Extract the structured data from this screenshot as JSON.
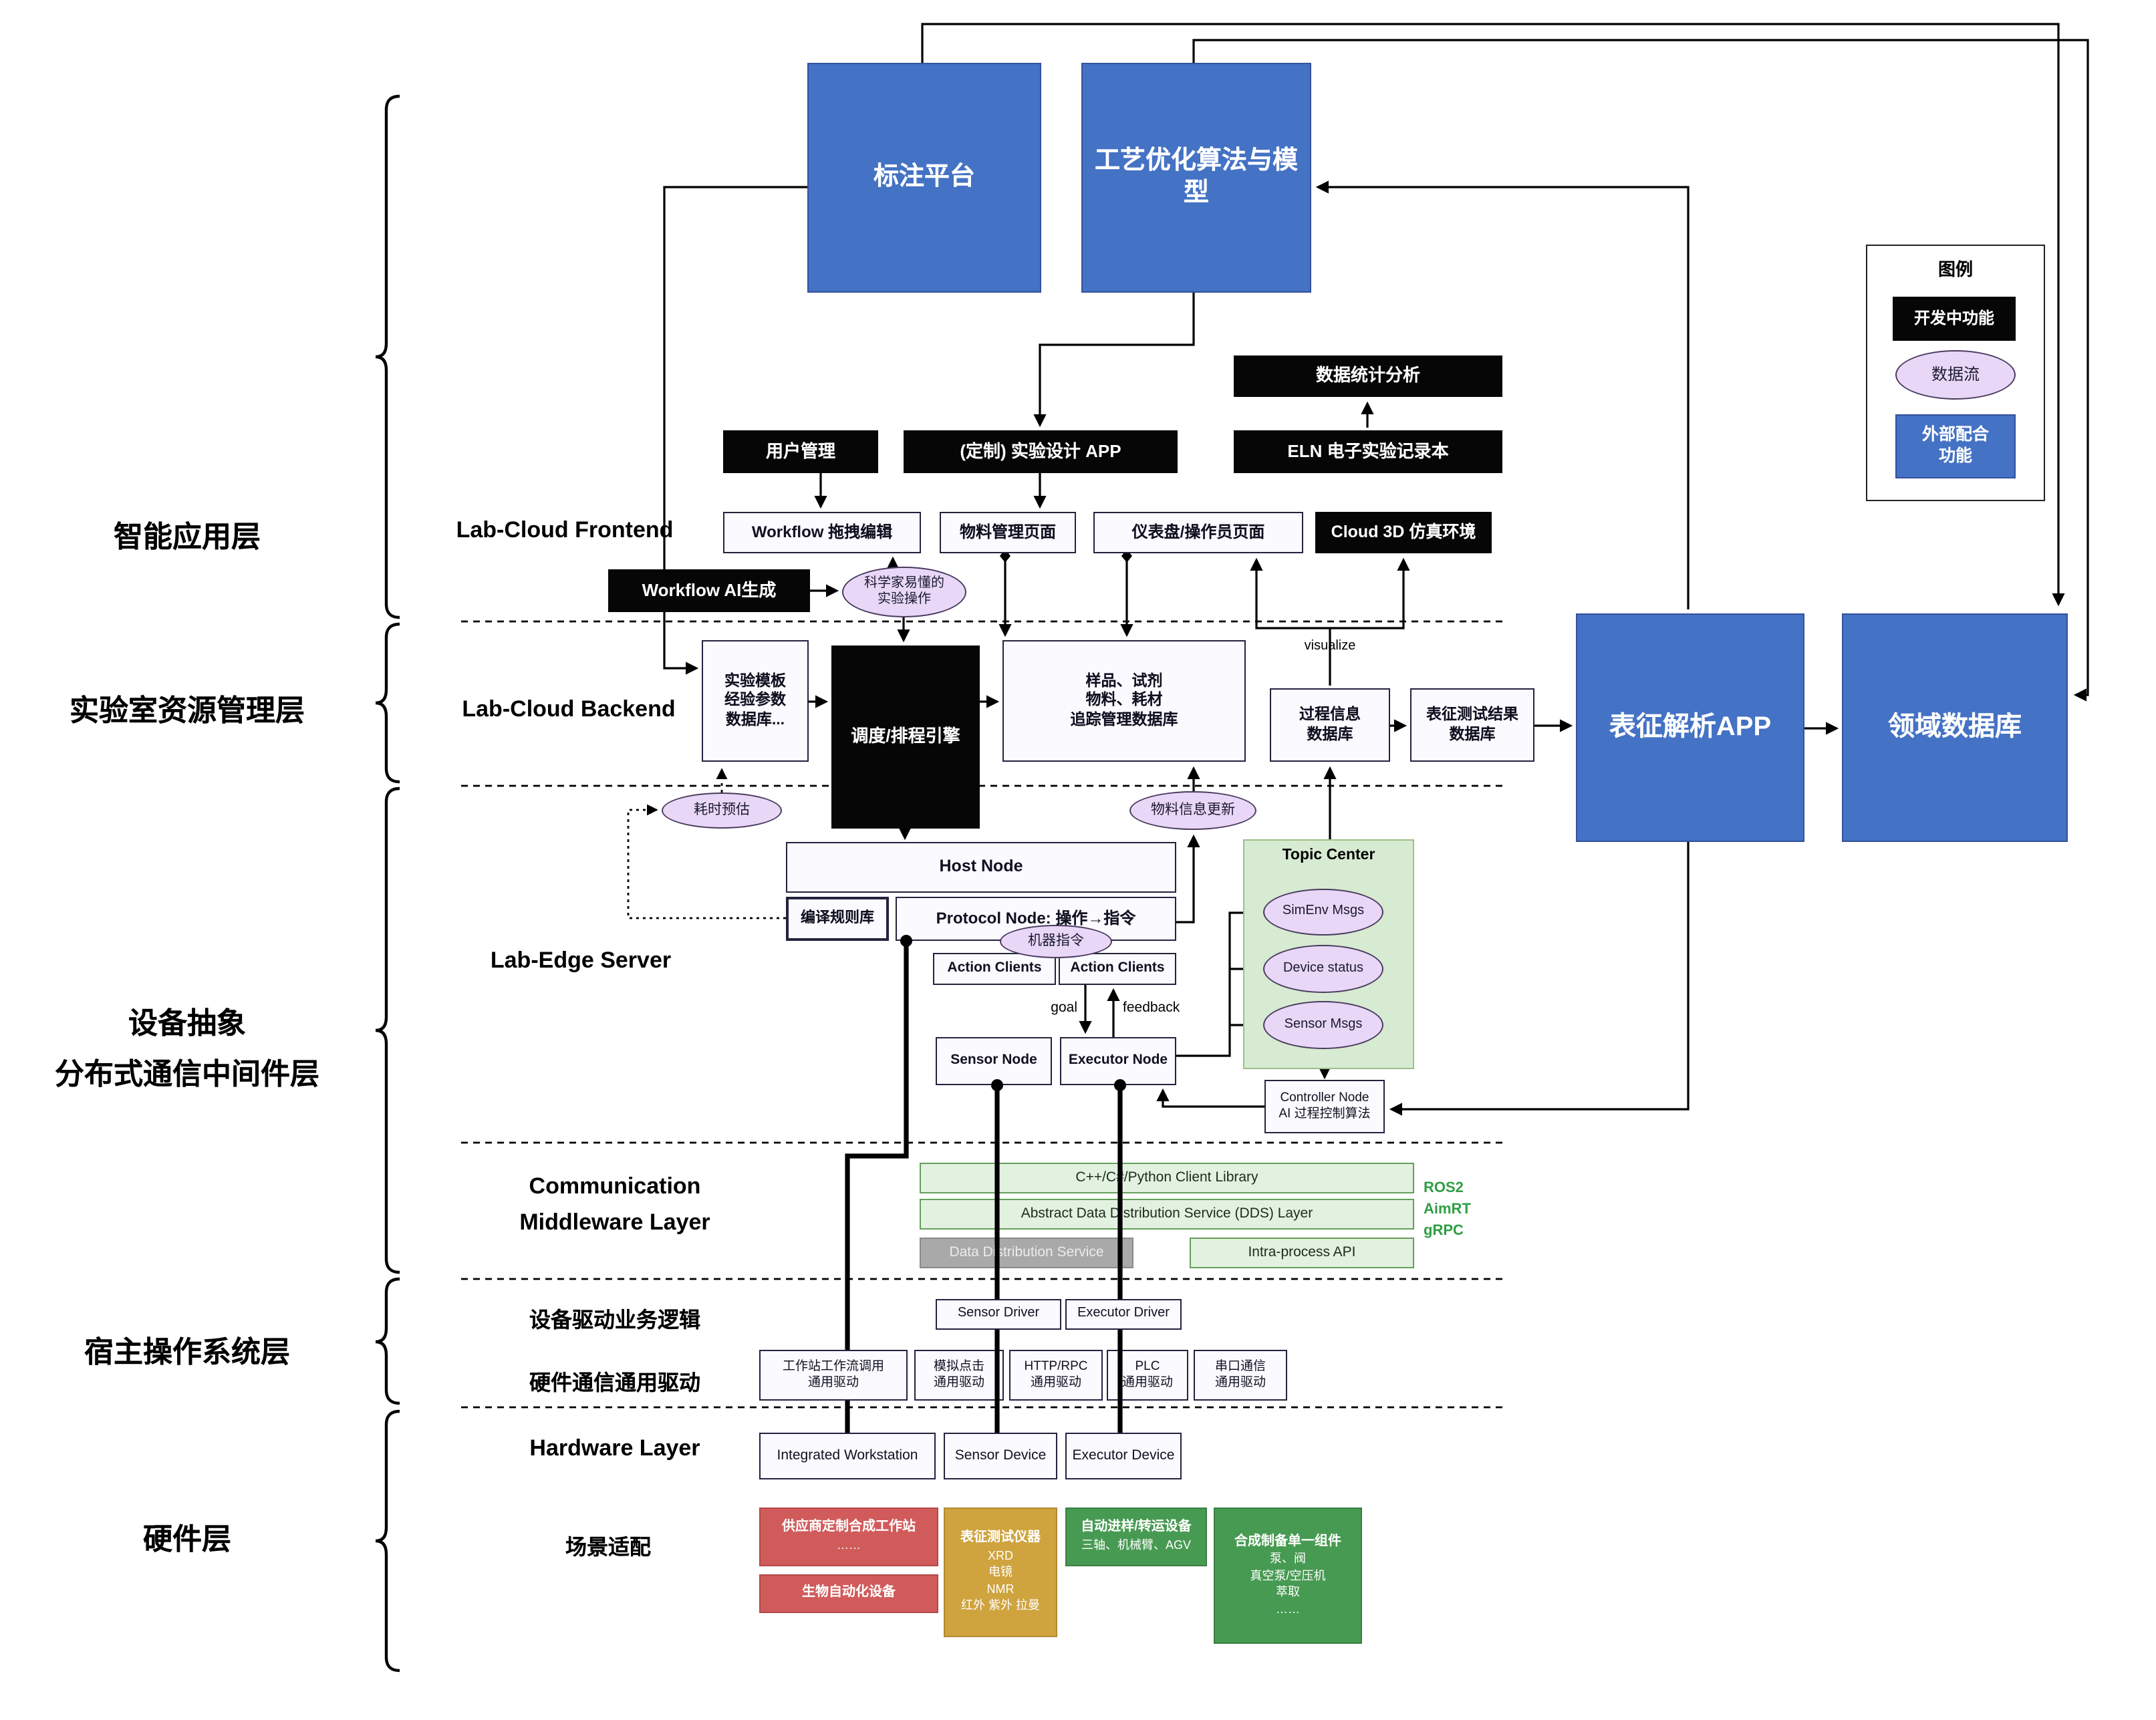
{
  "legend": {
    "title": "图例",
    "developing": "开发中功能",
    "dataflow": "数据流",
    "external": "外部配合\n功能"
  },
  "left_layers": {
    "app": "智能应用层",
    "resource": "实验室资源管理层",
    "device_line1": "设备抽象",
    "device_line2": "分布式通信中间件层",
    "host_os": "宿主操作系统层",
    "hardware": "硬件层"
  },
  "sections": {
    "frontend": "Lab-Cloud Frontend",
    "backend": "Lab-Cloud Backend",
    "edge": "Lab-Edge Server",
    "comm_line1": "Communication",
    "comm_line2": "Middleware Layer",
    "driver_logic": "设备驱动业务逻辑",
    "hw_driver": "硬件通信通用驱动",
    "hardware": "Hardware Layer",
    "scene": "场景适配"
  },
  "platform": {
    "annotation": "标注平台",
    "optimization": "工艺优化算法与模型",
    "analysis_app": "表征解析APP",
    "domain_db": "领域数据库"
  },
  "frontend": {
    "stats": "数据统计分析",
    "user_mgmt": "用户管理",
    "design_app": "(定制) 实验设计 APP",
    "eln": "ELN 电子实验记录本",
    "workflow_edit": "Workflow 拖拽编辑",
    "material_page": "物料管理页面",
    "dashboard": "仪表盘/操作员页面",
    "cloud_3d": "Cloud 3D 仿真环境",
    "workflow_ai": "Workflow AI生成",
    "sci_ops": "科学家易懂的\n实验操作"
  },
  "backend": {
    "template_db": "实验模板\n经验参数\n数据库...",
    "scheduler": "调度/排程引擎",
    "sample_db": "样品、试剂\n物料、耗材\n追踪管理数据库",
    "process_db": "过程信息\n数据库",
    "result_db": "表征测试结果\n数据库",
    "time_estimate": "耗时预估",
    "material_update": "物料信息更新",
    "visualize": "visualize"
  },
  "edge": {
    "host_node": "Host Node",
    "compile_rules": "编译规则库",
    "protocol_node": "Protocol Node: 操作→指令",
    "machine_cmd": "机器指令",
    "action_clients_left": "Action Clients",
    "action_clients_right": "Action Clients",
    "goal": "goal",
    "feedback": "feedback",
    "sensor_node": "Sensor Node",
    "executor_node": "Executor Node",
    "topic_center": "Topic Center",
    "simenv_msgs": "SimEnv Msgs",
    "device_status": "Device status",
    "sensor_msgs": "Sensor Msgs",
    "controller": "Controller Node\nAI 过程控制算法"
  },
  "middleware": {
    "client_lib": "C++/C#/Python Client Library",
    "dds_abstract": "Abstract Data Distribution Service (DDS) Layer",
    "dds": "Data Distribution Service",
    "intra_api": "Intra-process API",
    "protocols": [
      "ROS2",
      "AimRT",
      "gRPC"
    ]
  },
  "drivers": {
    "sensor": "Sensor Driver",
    "executor": "Executor Driver",
    "generic": [
      "工作站工作流调用\n通用驱动",
      "模拟点击\n通用驱动",
      "HTTP/RPC\n通用驱动",
      "PLC\n通用驱动",
      "串口通信\n通用驱动"
    ]
  },
  "hardware": {
    "workstation": "Integrated Workstation",
    "sensor_device": "Sensor Device",
    "executor_device": "Executor Device"
  },
  "scene": {
    "vendor_title": "供应商定制合成工作站",
    "vendor_sub": "……",
    "bio": "生物自动化设备",
    "charac_title": "表征测试仪器",
    "charac_lines": "XRD\n电镜\nNMR\n红外 紫外 拉曼",
    "transfer_title": "自动进样/转运设备",
    "transfer_sub": "三轴、机械臂、AGV",
    "synth_title": "合成制备单一组件",
    "synth_lines": "泵、阀\n真空泵/空压机\n萃取\n……"
  },
  "colors": {
    "blue": "#4472c4",
    "black": "#060606",
    "purple": "#e9d7f7",
    "topic_green": "#d7ead2",
    "middleware_green": "#e3f1e0",
    "gray": "#a9a9a9",
    "red": "#d15b5b",
    "yellow": "#cfa33e",
    "green": "#479a52",
    "protocol_text_green": "#2f9e44"
  }
}
